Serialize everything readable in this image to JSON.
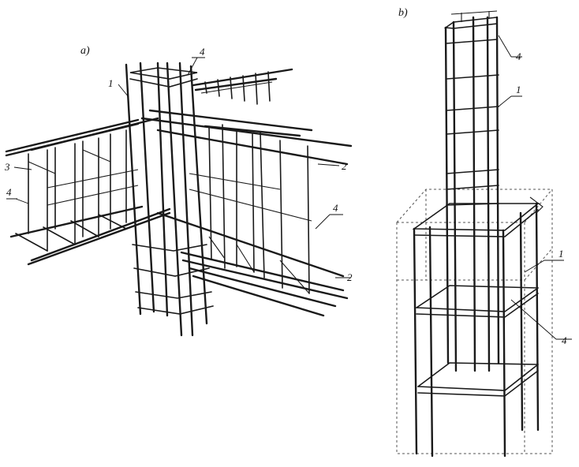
{
  "panels": [
    {
      "id": "a",
      "title": "a)",
      "callouts": [
        "1",
        "4",
        "3",
        "4",
        "2",
        "4",
        "2"
      ]
    },
    {
      "id": "b",
      "title": "b)",
      "callouts": [
        "4",
        "1",
        "1",
        "4"
      ]
    }
  ]
}
